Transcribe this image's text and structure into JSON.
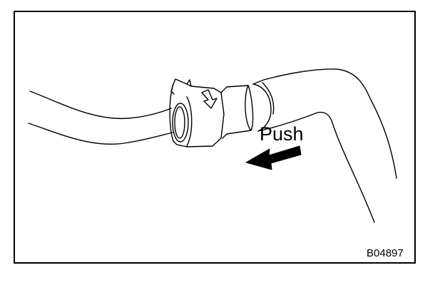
{
  "diagram": {
    "callout_label": "Push",
    "figure_code": "B04897",
    "arrow_direction": "left",
    "line_color": "#000000",
    "background_color": "#ffffff"
  }
}
